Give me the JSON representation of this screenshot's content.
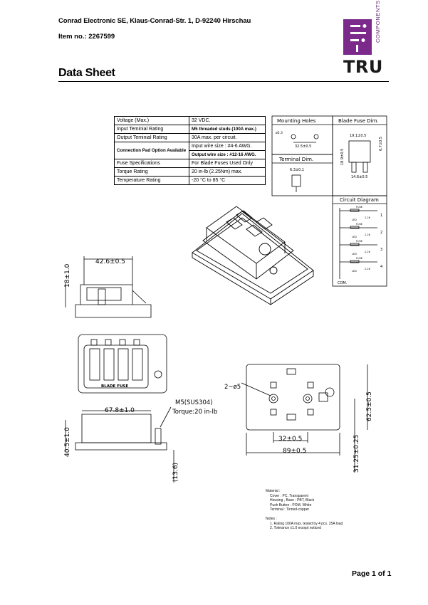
{
  "header": {
    "company": "Conrad Electronic SE, Klaus-Conrad-Str. 1, D-92240 Hirschau",
    "item": "Item no.: 2267599",
    "title": "Data Sheet"
  },
  "logo": {
    "word": "TRU",
    "side": "COMPONENTS",
    "color": "#7b2a8c"
  },
  "spec_table": [
    {
      "key": "Voltage (Max.)",
      "value": "32 VDC.",
      "bold": false
    },
    {
      "key": "Input Teminial Rating",
      "value": "M5 threaded studs (100A max.)",
      "bold": true
    },
    {
      "key": "Output Teminial Rating",
      "value": "30A max. per circuit.",
      "bold": false
    },
    {
      "key": "Connection Pad Option Available",
      "value": "Input wire size : #4-6 AWG.",
      "bold": true
    },
    {
      "key": "",
      "value": "Output wire size : #12-16 AWG.",
      "bold": true
    },
    {
      "key": "Fuse Specifications",
      "value": "For Blade Fuses Used Only",
      "bold": false
    },
    {
      "key": "Torque Rating",
      "value": "20 in-lb (2.25Nm) max.",
      "bold": false
    },
    {
      "key": "Temperature Rating",
      "value": "-20 °C to 85 °C",
      "bold": false
    }
  ],
  "panels": {
    "mounting": "Mounting Holes",
    "blade": "Blade Fuse Dim.",
    "terminal": "Terminal Dim.",
    "circuit": "Circuit Diagram",
    "com": "COM."
  },
  "dims": {
    "mh_diam": "ø5.3",
    "mh_spacing": "32.5±0.5",
    "td_width": "6.3±0.1",
    "bf_width": "19.1±0.5",
    "bf_height": "18.9±0.5",
    "bf_side": "6.7±0.5",
    "bf_bottom": "14.6±0.5",
    "top_width": "42.6±0.5",
    "top_height": "18±1.0",
    "side_width": "67.8±1.0",
    "side_height": "40.5±1.0",
    "side_bottom": "(13.6)",
    "stud": "M5(SUS304)",
    "torque": "Torque:20 in-lb",
    "holes": "2~ø5",
    "base_height": "62.5±0.5",
    "base_inner": "32±0.5",
    "base_outer": "89±0.5",
    "base_offset": "31.25±0.25",
    "blade_fuse_label": "BLADE FUSE"
  },
  "circuit": {
    "fuse": "FUSE",
    "led": "LED",
    "res": "2.2K",
    "numbers": [
      "1",
      "2",
      "3",
      "4"
    ]
  },
  "notes": {
    "material_title": "Material :",
    "material": [
      "Cover : PC, Transparent",
      "Housing , Base : PBT, Black",
      "Push Button : POM, White",
      "Terminal : Tinned-copper"
    ],
    "notes_title": "Notes :",
    "notes": [
      "1. Rating 100A max. tested by 4 pcs. 25A load",
      "2. Tolerance ±1.0 except noticed"
    ]
  },
  "page": "Page 1 of 1"
}
